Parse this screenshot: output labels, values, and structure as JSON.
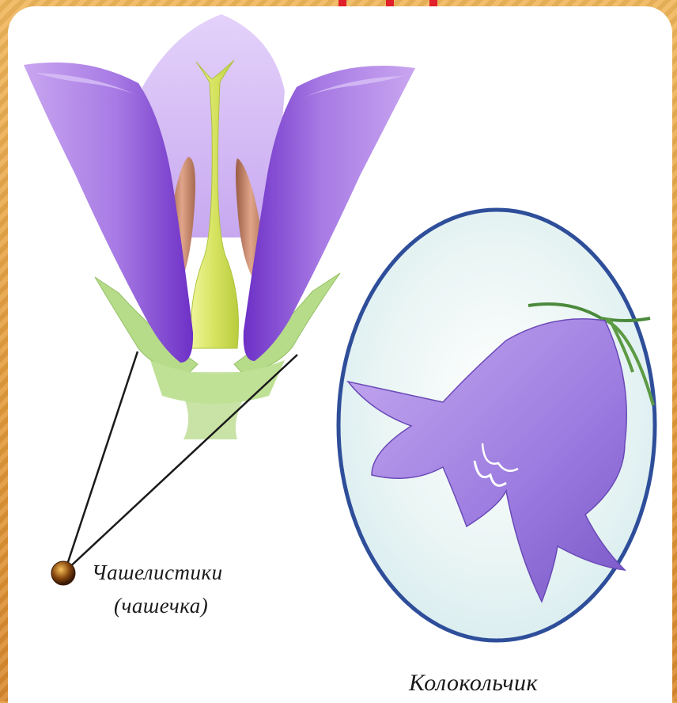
{
  "labels": {
    "sepals": "Чашелистики",
    "sepals_sub": "(чашечка)",
    "species": "Колокольчик"
  },
  "colors": {
    "petal": "#b58ee8",
    "petal_dark": "#7a3fd0",
    "sepal_green": "#b6dc8a",
    "pistil": "#d8e56a",
    "stamen": "#c58a6a",
    "frame_orange": "#e8a64a",
    "accent_red": "#e0202a",
    "medallion_border": "#2e4e9a"
  }
}
